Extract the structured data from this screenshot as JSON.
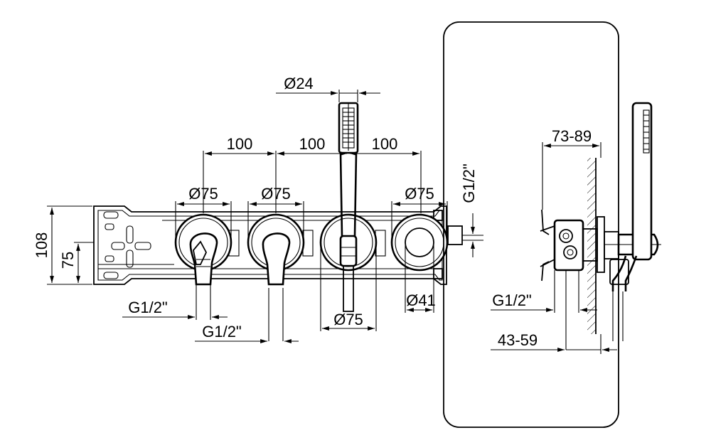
{
  "dimensions": {
    "spacing_1": "100",
    "spacing_2": "100",
    "spacing_3": "100",
    "handshower_diameter": "Ø24",
    "rosette_1_diameter": "Ø75",
    "rosette_2_diameter": "Ø75",
    "rosette_4_diameter": "Ø75",
    "rosette_3_diameter": "Ø75",
    "outlet_diameter": "Ø41",
    "plate_height": "108",
    "axis_height": "75",
    "inlet_left": "G1/2\"",
    "inlet_bottom": "G1/2\"",
    "inlet_right_vertical": "G1/2\"",
    "side_inlet": "G1/2\"",
    "wall_depth_range": "73-89",
    "install_depth_range": "43-59"
  }
}
